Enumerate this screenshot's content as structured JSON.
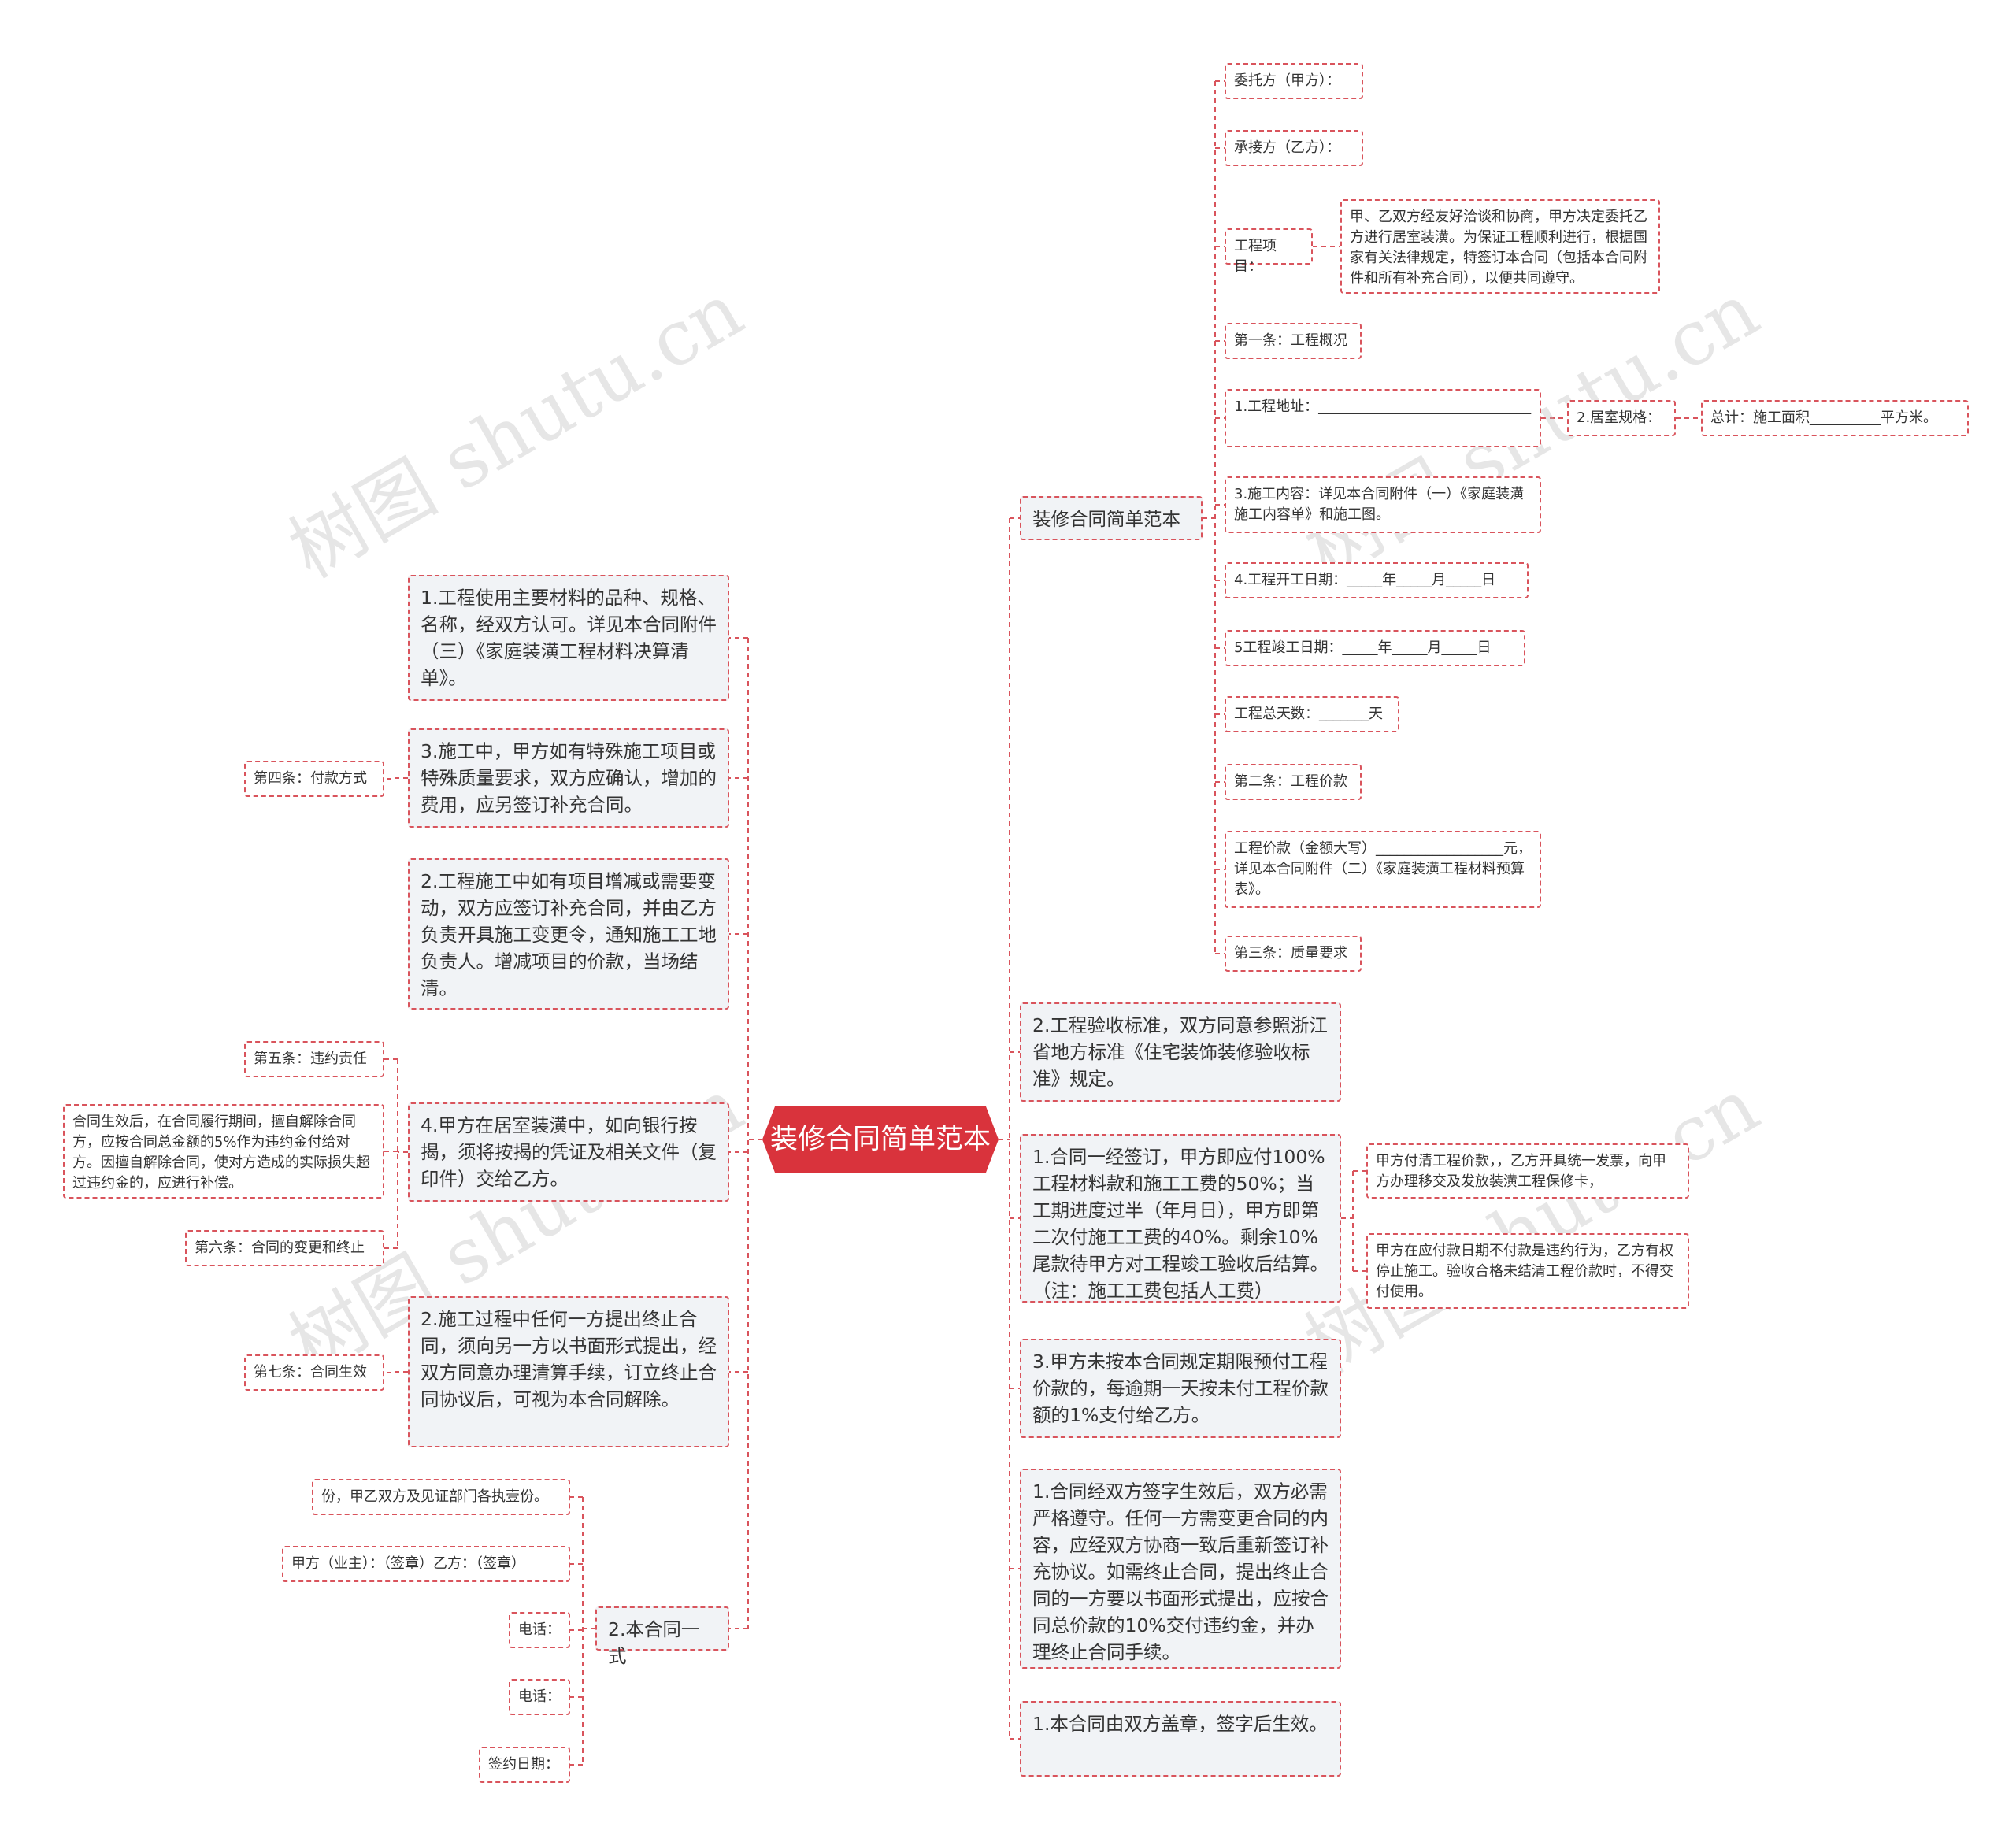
{
  "root": {
    "label": "装修合同简单范本"
  },
  "right": {
    "title_node": "装修合同简单范本",
    "children": [
      "委托方（甲方）：",
      "承接方（乙方）：",
      "工程项目：",
      "甲、乙双方经友好洽谈和协商，甲方决定委托乙方进行居室装潢。为保证工程顺利进行，根据国家有关法律规定，特签订本合同（包括本合同附件和所有补充合同），以便共同遵守。",
      "第一条：工程概况",
      "1.工程地址：______________________________",
      "2.居室规格：",
      "总计：施工面积__________平方米。",
      "3.施工内容：详见本合同附件（一）《家庭装潢施工内容单》和施工图。",
      "4.工程开工日期：_____年_____月_____日",
      "5工程竣工日期：_____年_____月_____日",
      "工程总天数：_______天",
      "第二条：工程价款",
      "工程价款（金额大写）__________________元，详见本合同附件（二）《家庭装潢工程材料预算表》。",
      "第三条：质量要求"
    ],
    "acceptance": "2.工程验收标准，双方同意参照浙江省地方标准《住宅装饰装修验收标准》规定。",
    "payment": "1.合同一经签订，甲方即应付100%工程材料款和施工工费的50%；当工期进度过半（年月日），甲方即第二次付施工工费的40%。剩余10%尾款待甲方对工程竣工验收后结算。（注：施工工费包括人工费）",
    "payment_notes": [
      "甲方付清工程价款，，乙方开具统一发票，向甲方办理移交及发放装潢工程保修卡，",
      "甲方在应付款日期不付款是违约行为，乙方有权停止施工。验收合格未结清工程价款时，不得交付使用。"
    ],
    "overdue": "3.甲方未按本合同规定期限预付工程价款的，每逾期一天按未付工程价款额的1%支付给乙方。",
    "termination": "1.合同经双方签字生效后，双方必需严格遵守。任何一方需变更合同的内容，应经双方协商一致后重新签订补充协议。如需终止合同，提出终止合同的一方要以书面形式提出，应按合同总价款的10%交付违约金，并办理终止合同手续。",
    "effective": "1.本合同由双方盖章，签字后生效。"
  },
  "left": {
    "materials": "1.工程使用主要材料的品种、规格、名称，经双方认可。详见本合同附件（三）《家庭装潢工程材料决算清单》。",
    "special": "3.施工中，甲方如有特殊施工项目或特殊质量要求，双方应确认，增加的费用，应另签订补充合同。",
    "payment_method": "第四条：付款方式",
    "change": "2.工程施工中如有项目增减或需要变动，双方应签订补充合同，并由乙方负责开具施工变更令，通知施工工地负责人。增减项目的价款，当场结清。",
    "breach": "第五条：违约责任",
    "penalty": "合同生效后，在合同履行期间，擅自解除合同方，应按合同总金额的5%作为违约金付给对方。因擅自解除合同，使对方造成的实际损失超过违约金的，应进行补偿。",
    "loan": "4.甲方在居室装潢中，如向银行按揭，须将按揭的凭证及相关文件（复印件）交给乙方。",
    "modify": "第六条：合同的变更和终止",
    "terminate": "2.施工过程中任何一方提出终止合同，须向另一方以书面形式提出，经双方同意办理清算手续，订立终止合同协议后，可视为本合同解除。",
    "effect": "第七条：合同生效",
    "copies": "2.本合同一式",
    "copies_children": [
      "份，甲乙双方及见证部门各执壹份。",
      "甲方（业主）：（签章）乙方：（签章）",
      "电话：",
      "电话：",
      "签约日期："
    ]
  },
  "watermark": "树图 shutu.cn",
  "colors": {
    "accent": "#d9333c",
    "line": "#d9545c",
    "box": "#f1f3f6"
  }
}
